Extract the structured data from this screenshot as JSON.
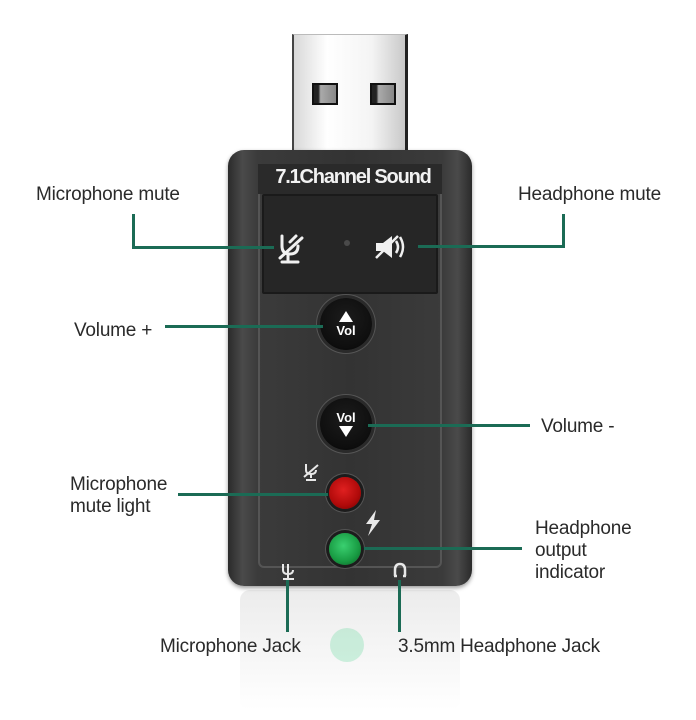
{
  "device": {
    "title": "7.1Channel Sound",
    "buttons": [
      {
        "label": "Vol",
        "arrow": "up",
        "icon": "triangle-up"
      },
      {
        "label": "Vol",
        "arrow": "down",
        "icon": "triangle-down"
      }
    ],
    "leds": [
      {
        "name": "microphone-mute-light",
        "color": "#c41010"
      },
      {
        "name": "headphone-output-indicator",
        "color": "#1ea34a"
      }
    ],
    "icons": {
      "mic_mute": "🎙",
      "headphone_mute": "🔇",
      "mic_small": "ψ",
      "lightning": "⚡",
      "headphone_jack": "Ω"
    }
  },
  "callouts": {
    "microphone_mute": "Microphone mute",
    "headphone_mute": "Headphone mute",
    "volume_plus": "Volume +",
    "volume_minus": "Volume -",
    "mic_mute_light_1": "Microphone",
    "mic_mute_light_2": "mute light",
    "hp_output_1": "Headphone",
    "hp_output_2": "output",
    "hp_output_3": "indicator",
    "microphone_jack": "Microphone Jack",
    "headphone_jack": "3.5mm Headphone Jack"
  },
  "colors": {
    "leader_line": "#1b6b55",
    "body": "#333333",
    "text": "#2a2a2a"
  }
}
